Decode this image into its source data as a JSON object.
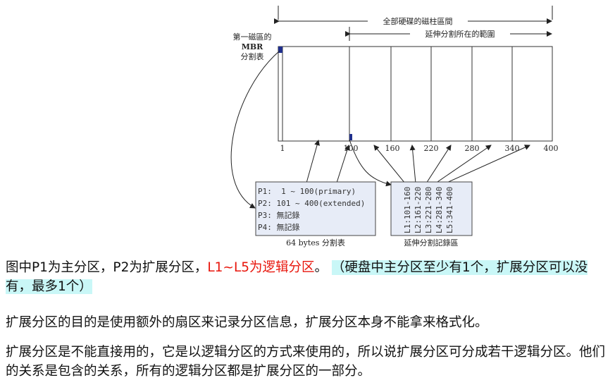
{
  "diagram": {
    "labels": {
      "whole_disk": "全部硬碟的磁柱區間",
      "extended_range": "延伸分割所在的範圍",
      "mbr_line1": "第一磁區的",
      "mbr_line2": "MBR",
      "mbr_line3": "分割表",
      "table_caption": "64 bytes 分割表",
      "ext_caption": "延伸分割記錄區"
    },
    "ticks": [
      "1",
      "100",
      "160",
      "220",
      "280",
      "340",
      "400"
    ],
    "partition_table": [
      "P1:  1 ~ 100(primary)",
      "P2: 101 ~ 400(extended)",
      "P3: 無記錄",
      "P4: 無記錄"
    ],
    "logical_records": [
      "L1:101-160",
      "L2:161-220",
      "L3:221-280",
      "L4:281-340",
      "L5:341-400"
    ],
    "colors": {
      "box_fill": "#e7ecf7",
      "marker": "#1f2f8c"
    }
  },
  "text": {
    "p1_a": "图中P1为主分区，P2为扩展分区，",
    "p1_red": "L1~L5为逻辑分区",
    "p1_b": "。",
    "p1_hl": "（硬盘中主分区至少有1个，扩展分区可以没有，最多1个）",
    "p2": "扩展分区的目的是使用额外的扇区来记录分区信息，扩展分区本身不能拿来格式化。",
    "p3": "扩展分区是不能直接用的，它是以逻辑分区的方式来使用的，所以说扩展分区可分成若干逻辑分区。他们的关系是包含的关系，所有的逻辑分区都是扩展分区的一部分。"
  }
}
